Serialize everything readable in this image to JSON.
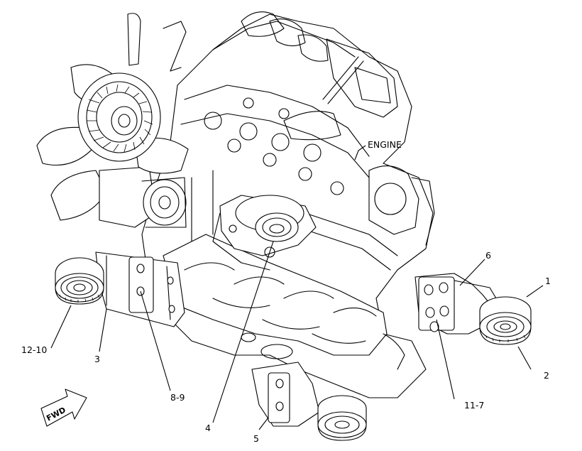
{
  "diagram": {
    "labels": {
      "engine": "ENGINE",
      "l1": "1",
      "l2": "2",
      "l3": "3",
      "l4": "4",
      "l5": "5",
      "l6": "6",
      "l8_9": "8-9",
      "l11_7": "11-7",
      "l12_10": "12-10"
    },
    "forward_arrow": "FWD"
  }
}
